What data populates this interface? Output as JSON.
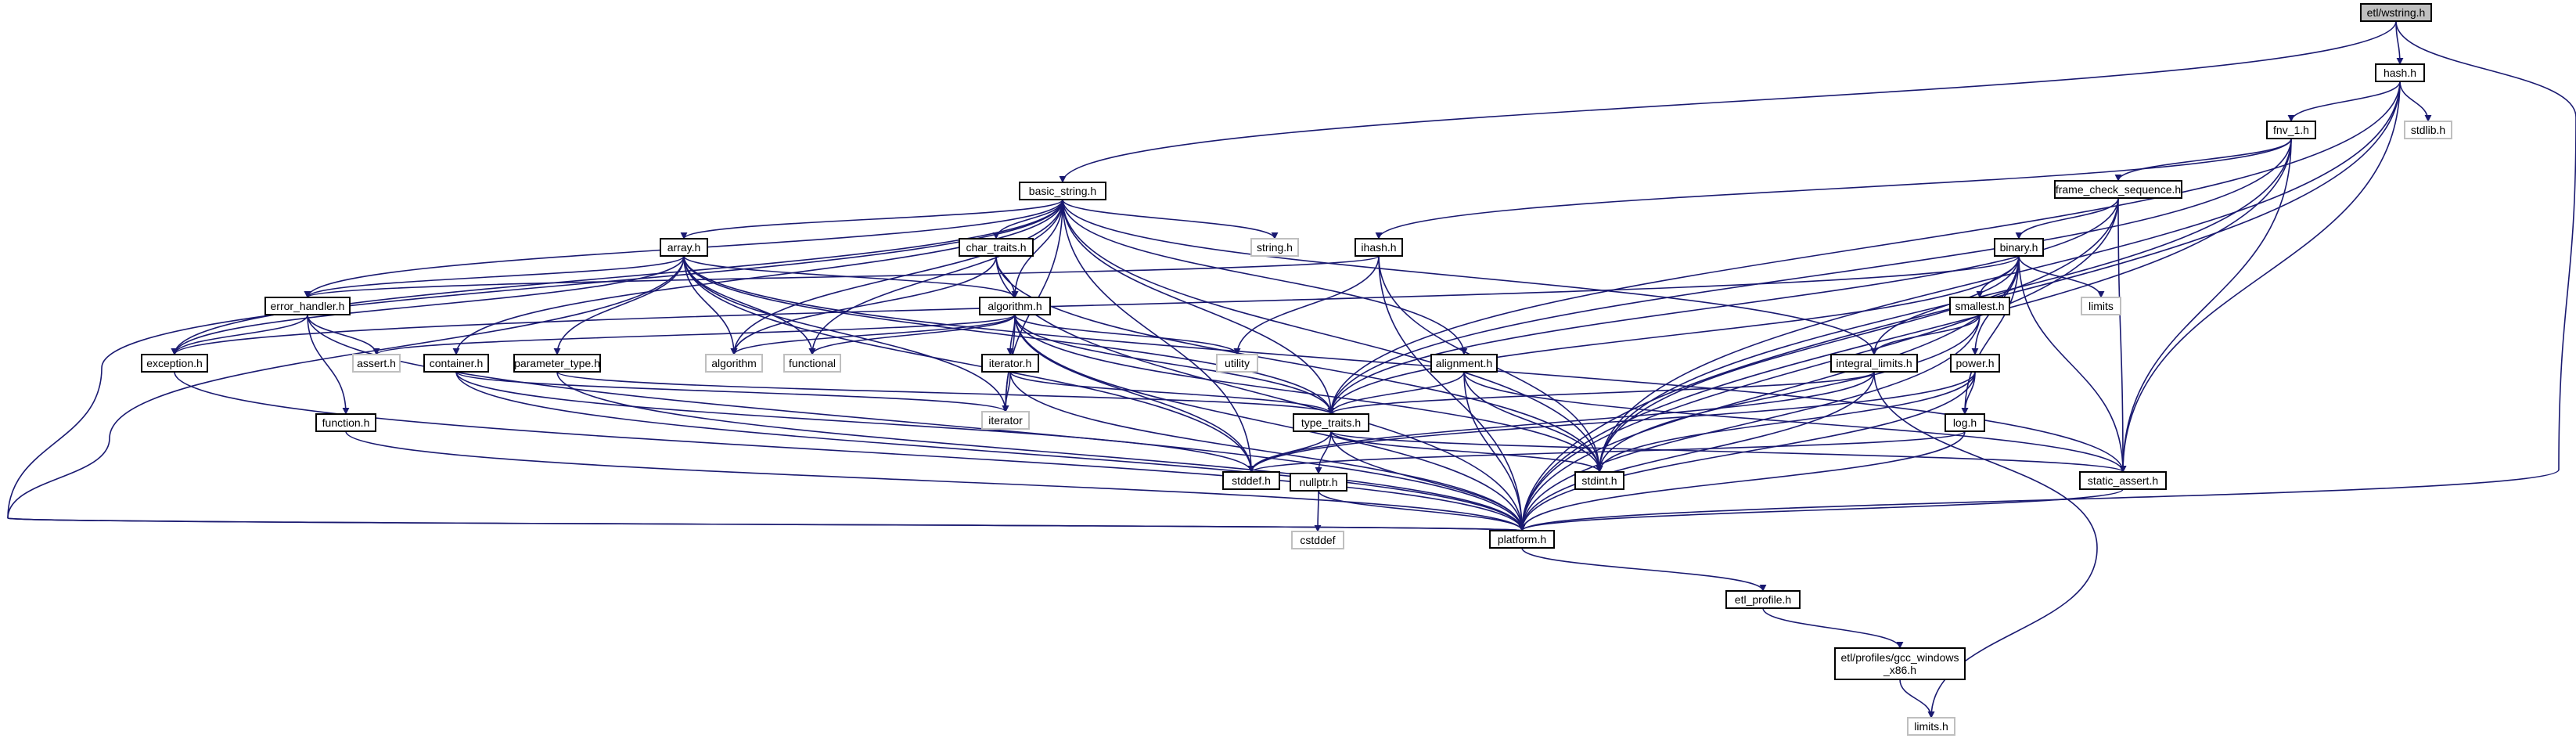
{
  "colors": {
    "edge": "#191970",
    "node_border": "#000000",
    "external_border": "#bfbfbf",
    "root_fill": "#bfbfbf",
    "node_fill": "#ffffff",
    "text": "#000000"
  },
  "nodes": [
    {
      "id": "etl_wstring",
      "label": "etl/wstring.h",
      "kind": "root"
    },
    {
      "id": "hash",
      "label": "hash.h",
      "kind": "file"
    },
    {
      "id": "stdlib",
      "label": "stdlib.h",
      "kind": "external"
    },
    {
      "id": "fnv_1",
      "label": "fnv_1.h",
      "kind": "file"
    },
    {
      "id": "basic_string",
      "label": "basic_string.h",
      "kind": "file"
    },
    {
      "id": "frame_check_sequence",
      "label": "frame_check_sequence.h",
      "kind": "file"
    },
    {
      "id": "string",
      "label": "string.h",
      "kind": "external"
    },
    {
      "id": "array",
      "label": "array.h",
      "kind": "file"
    },
    {
      "id": "char_traits",
      "label": "char_traits.h",
      "kind": "file"
    },
    {
      "id": "ihash",
      "label": "ihash.h",
      "kind": "file"
    },
    {
      "id": "binary",
      "label": "binary.h",
      "kind": "file"
    },
    {
      "id": "error_handler",
      "label": "error_handler.h",
      "kind": "file"
    },
    {
      "id": "algorithm_h",
      "label": "algorithm.h",
      "kind": "file"
    },
    {
      "id": "smallest",
      "label": "smallest.h",
      "kind": "file"
    },
    {
      "id": "limits",
      "label": "limits",
      "kind": "external"
    },
    {
      "id": "exception",
      "label": "exception.h",
      "kind": "file"
    },
    {
      "id": "assert",
      "label": "assert.h",
      "kind": "external"
    },
    {
      "id": "container",
      "label": "container.h",
      "kind": "file"
    },
    {
      "id": "parameter_type",
      "label": "parameter_type.h",
      "kind": "file"
    },
    {
      "id": "algorithm_std",
      "label": "algorithm",
      "kind": "external"
    },
    {
      "id": "functional",
      "label": "functional",
      "kind": "external"
    },
    {
      "id": "iterator_h",
      "label": "iterator.h",
      "kind": "file"
    },
    {
      "id": "utility",
      "label": "utility",
      "kind": "external"
    },
    {
      "id": "alignment",
      "label": "alignment.h",
      "kind": "file"
    },
    {
      "id": "integral_limits",
      "label": "integral_limits.h",
      "kind": "file"
    },
    {
      "id": "power",
      "label": "power.h",
      "kind": "file"
    },
    {
      "id": "iterator_std",
      "label": "iterator",
      "kind": "external"
    },
    {
      "id": "function",
      "label": "function.h",
      "kind": "file"
    },
    {
      "id": "type_traits",
      "label": "type_traits.h",
      "kind": "file"
    },
    {
      "id": "log",
      "label": "log.h",
      "kind": "file"
    },
    {
      "id": "stddef",
      "label": "stddef.h",
      "kind": "file"
    },
    {
      "id": "stdint",
      "label": "stdint.h",
      "kind": "file"
    },
    {
      "id": "static_assert",
      "label": "static_assert.h",
      "kind": "file"
    },
    {
      "id": "nullptr",
      "label": "nullptr.h",
      "kind": "file"
    },
    {
      "id": "platform",
      "label": "platform.h",
      "kind": "file"
    },
    {
      "id": "cstddef",
      "label": "cstddef",
      "kind": "external"
    },
    {
      "id": "etl_profile",
      "label": "etl_profile.h",
      "kind": "file"
    },
    {
      "id": "gcc_windows",
      "label": "etl/profiles/gcc_windows\n_x86.h",
      "kind": "file"
    },
    {
      "id": "limits_h",
      "label": "limits.h",
      "kind": "external"
    }
  ],
  "edges": [
    [
      "etl_wstring",
      "hash"
    ],
    [
      "etl_wstring",
      "basic_string"
    ],
    [
      "etl_wstring",
      "platform"
    ],
    [
      "hash",
      "stdlib"
    ],
    [
      "hash",
      "fnv_1"
    ],
    [
      "hash",
      "type_traits"
    ],
    [
      "hash",
      "stdint"
    ],
    [
      "hash",
      "static_assert"
    ],
    [
      "hash",
      "platform"
    ],
    [
      "fnv_1",
      "ihash"
    ],
    [
      "fnv_1",
      "frame_check_sequence"
    ],
    [
      "fnv_1",
      "type_traits"
    ],
    [
      "fnv_1",
      "stdint"
    ],
    [
      "fnv_1",
      "static_assert"
    ],
    [
      "fnv_1",
      "platform"
    ],
    [
      "frame_check_sequence",
      "binary"
    ],
    [
      "frame_check_sequence",
      "type_traits"
    ],
    [
      "frame_check_sequence",
      "stdint"
    ],
    [
      "frame_check_sequence",
      "static_assert"
    ],
    [
      "frame_check_sequence",
      "platform"
    ],
    [
      "basic_string",
      "string"
    ],
    [
      "basic_string",
      "array"
    ],
    [
      "basic_string",
      "char_traits"
    ],
    [
      "basic_string",
      "algorithm_h"
    ],
    [
      "basic_string",
      "error_handler"
    ],
    [
      "basic_string",
      "exception"
    ],
    [
      "basic_string",
      "container"
    ],
    [
      "basic_string",
      "algorithm_std"
    ],
    [
      "basic_string",
      "functional"
    ],
    [
      "basic_string",
      "iterator_std"
    ],
    [
      "basic_string",
      "alignment"
    ],
    [
      "basic_string",
      "integral_limits"
    ],
    [
      "basic_string",
      "type_traits"
    ],
    [
      "basic_string",
      "stddef"
    ],
    [
      "basic_string",
      "stdint"
    ],
    [
      "basic_string",
      "platform"
    ],
    [
      "array",
      "error_handler"
    ],
    [
      "array",
      "exception"
    ],
    [
      "array",
      "algorithm_h"
    ],
    [
      "array",
      "parameter_type"
    ],
    [
      "array",
      "algorithm_std"
    ],
    [
      "array",
      "functional"
    ],
    [
      "array",
      "iterator_std"
    ],
    [
      "array",
      "type_traits"
    ],
    [
      "array",
      "stddef"
    ],
    [
      "array",
      "static_assert"
    ],
    [
      "array",
      "platform"
    ],
    [
      "char_traits",
      "algorithm_h"
    ],
    [
      "char_traits",
      "algorithm_std"
    ],
    [
      "char_traits",
      "platform"
    ],
    [
      "char_traits",
      "stdint"
    ],
    [
      "ihash",
      "error_handler"
    ],
    [
      "ihash",
      "utility"
    ],
    [
      "ihash",
      "stdint"
    ],
    [
      "ihash",
      "platform"
    ],
    [
      "binary",
      "smallest"
    ],
    [
      "binary",
      "integral_limits"
    ],
    [
      "binary",
      "power"
    ],
    [
      "binary",
      "log"
    ],
    [
      "binary",
      "limits"
    ],
    [
      "binary",
      "type_traits"
    ],
    [
      "binary",
      "static_assert"
    ],
    [
      "binary",
      "platform"
    ],
    [
      "binary",
      "exception"
    ],
    [
      "error_handler",
      "exception"
    ],
    [
      "error_handler",
      "assert"
    ],
    [
      "error_handler",
      "function"
    ],
    [
      "error_handler",
      "platform"
    ],
    [
      "algorithm_h",
      "algorithm_std"
    ],
    [
      "algorithm_h",
      "functional"
    ],
    [
      "algorithm_h",
      "utility"
    ],
    [
      "algorithm_h",
      "iterator_h"
    ],
    [
      "algorithm_h",
      "iterator_std"
    ],
    [
      "algorithm_h",
      "type_traits"
    ],
    [
      "algorithm_h",
      "stddef"
    ],
    [
      "algorithm_h",
      "stdint"
    ],
    [
      "algorithm_h",
      "platform"
    ],
    [
      "algorithm_h",
      "assert"
    ],
    [
      "smallest",
      "integral_limits"
    ],
    [
      "smallest",
      "stdint"
    ],
    [
      "smallest",
      "platform"
    ],
    [
      "exception",
      "platform"
    ],
    [
      "container",
      "iterator_std"
    ],
    [
      "container",
      "stddef"
    ],
    [
      "container",
      "platform"
    ],
    [
      "parameter_type",
      "type_traits"
    ],
    [
      "parameter_type",
      "platform"
    ],
    [
      "iterator_h",
      "iterator_std"
    ],
    [
      "iterator_h",
      "type_traits"
    ],
    [
      "iterator_h",
      "platform"
    ],
    [
      "alignment",
      "type_traits"
    ],
    [
      "alignment",
      "static_assert"
    ],
    [
      "alignment",
      "stdint"
    ],
    [
      "alignment",
      "platform"
    ],
    [
      "integral_limits",
      "limits_h"
    ],
    [
      "integral_limits",
      "type_traits"
    ],
    [
      "integral_limits",
      "stddef"
    ],
    [
      "integral_limits",
      "platform"
    ],
    [
      "power",
      "log"
    ],
    [
      "power",
      "stddef"
    ],
    [
      "power",
      "stdint"
    ],
    [
      "power",
      "platform"
    ],
    [
      "function",
      "platform"
    ],
    [
      "type_traits",
      "stddef"
    ],
    [
      "type_traits",
      "stdint"
    ],
    [
      "type_traits",
      "nullptr"
    ],
    [
      "type_traits",
      "static_assert"
    ],
    [
      "type_traits",
      "platform"
    ],
    [
      "log",
      "stddef"
    ],
    [
      "log",
      "platform"
    ],
    [
      "static_assert",
      "platform"
    ],
    [
      "nullptr",
      "cstddef"
    ],
    [
      "nullptr",
      "platform"
    ],
    [
      "platform",
      "etl_profile"
    ],
    [
      "etl_profile",
      "gcc_windows"
    ],
    [
      "gcc_windows",
      "limits_h"
    ]
  ]
}
